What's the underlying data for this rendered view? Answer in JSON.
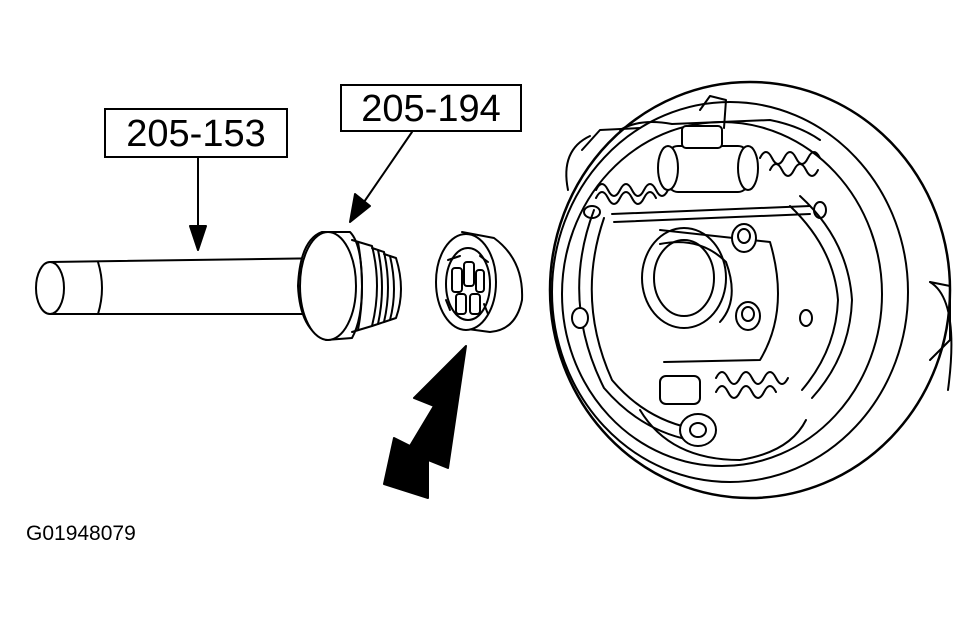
{
  "callouts": {
    "tool_shaft": "205-153",
    "tool_cup": "205-194"
  },
  "figure_id": "G01948079",
  "colors": {
    "line": "#000000",
    "background": "#ffffff"
  }
}
